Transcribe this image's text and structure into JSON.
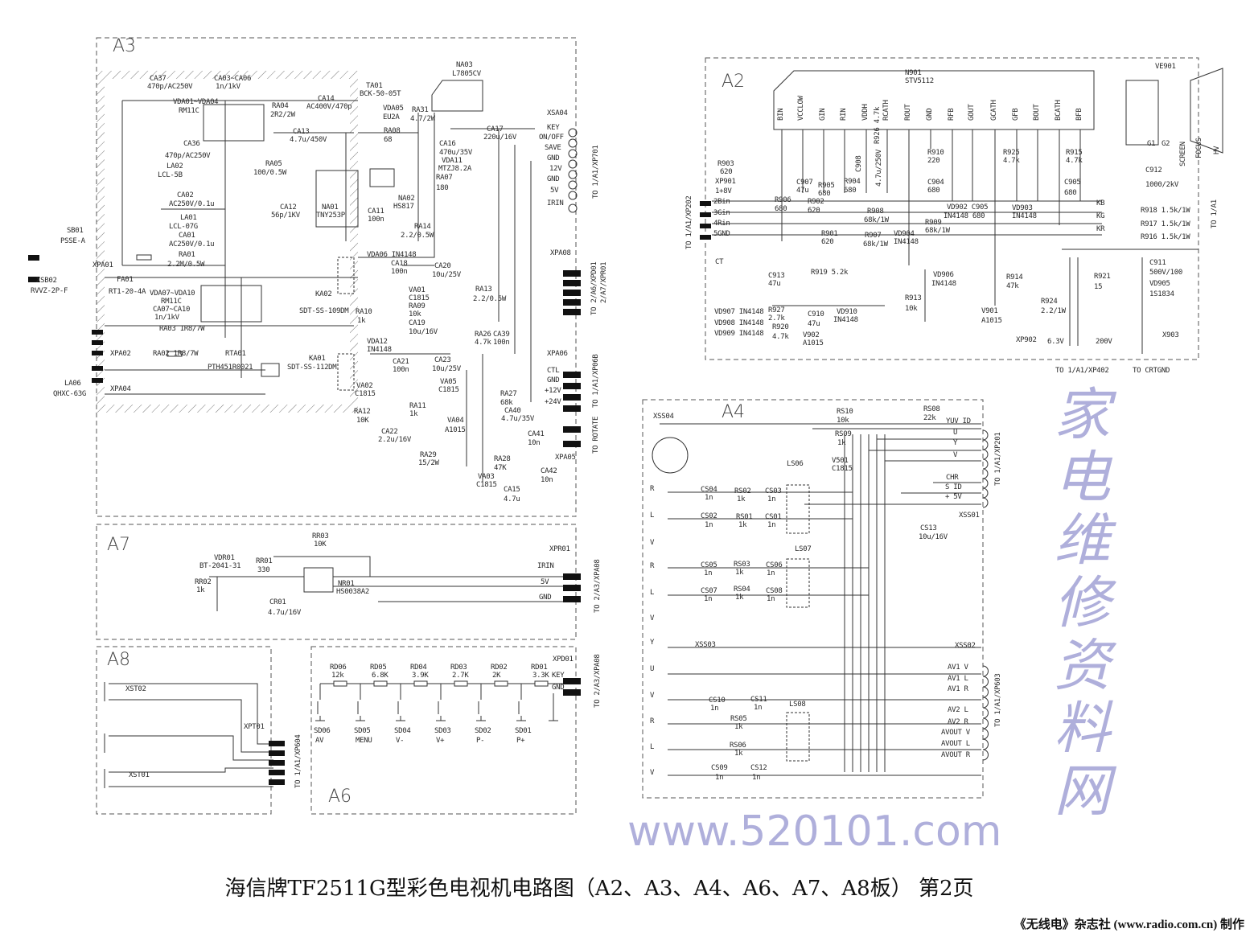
{
  "caption": "海信牌TF2511G型彩色电视机电路图（A2、A3、A4、A6、A7、A8板） 第2页",
  "credit": "《无线电》杂志社 (www.radio.com.cn) 制作",
  "watermark": {
    "cn": "家电维修资料网",
    "url": "www.520101.com"
  },
  "boards": {
    "a3": {
      "labels": [
        "A3",
        "CA37",
        "470p/AC250V",
        "CA03~CA06",
        "1n/1kV",
        "VDA01~VDA04",
        "RM11C",
        "RA04",
        "2R2/2W",
        "CA14",
        "AC400V/470p",
        "TA01",
        "BCK-50-05T",
        "NA03",
        "L7805CV",
        "VDA05",
        "EU2A",
        "RA31",
        "4.7/2W",
        "CA17",
        "220u/16V",
        "XSA04",
        "CA13",
        "4.7u/450V",
        "RA08",
        "68",
        "CA16",
        "470u/35V",
        "VDA11",
        "MTZJ8.2A",
        "CA36",
        "470p/AC250V",
        "LA02",
        "LCL-5B",
        "RA05",
        "100/0.5W",
        "NA01",
        "TNY253P",
        "CA12",
        "56p/1KV",
        "CA11",
        "100n",
        "NA02",
        "HS817",
        "RA07",
        "180",
        "CA02",
        "AC250V/0.1u",
        "LA01",
        "LCL-07G",
        "CA01",
        "AC250V/0.1u",
        "RA01",
        "2.2M/0.5W",
        "SB01",
        "PSSE-A",
        "XPA01",
        "XSB02",
        "RVVZ-2P-F",
        "FA01",
        "RT1-20-4A",
        "VDA07~VDA10",
        "RM11C",
        "CA07~CA10",
        "1n/1kV",
        "RA03 1R8/7W",
        "KA02",
        "SDT-SS-109DM",
        "RA14",
        "2.2/0.5W",
        "VDA06 IN4148",
        "CA18",
        "100n",
        "CA20",
        "10u/25V",
        "VA01",
        "C1815",
        "RA09",
        "10k",
        "RA13",
        "2.2/0.5W",
        "RA10",
        "1k",
        "CA19",
        "10u/16V",
        "XPA02",
        "RA02 1R8/7W",
        "RTA01",
        "PTH451R0021",
        "KA01",
        "SDT-SS-112DM",
        "VDA12",
        "IN4148",
        "CA21",
        "100n",
        "CA23",
        "10u/25V",
        "RA26",
        "4.7k",
        "CA39",
        "100n",
        "XPA06",
        "CTL",
        "GND",
        "+12V",
        "+24V",
        "LA06",
        "QHXC-63G",
        "XPA04",
        "VA02",
        "C1815",
        "VA05",
        "C1815",
        "RA27",
        "68k",
        "RA12",
        "10K",
        "RA11",
        "1k",
        "CA40",
        "4.7u/35V",
        "VA04",
        "A1015",
        "CA41",
        "10n",
        "CA22",
        "2.2u/16V",
        "RA29",
        "15/2W",
        "RA28",
        "47K",
        "XPA05",
        "CA42",
        "10n",
        "VA03",
        "C1815",
        "CA15",
        "4.7u",
        "XPA08",
        "KEY",
        "ON/OFF",
        "SAVE",
        "GND",
        "12V",
        "GND",
        "5V",
        "IRIN",
        "TO 1/A1/XP701",
        "TO 2/A6/XPD01",
        "2/A7/XPR01",
        "TO 1/A1/XP06B",
        "TO ROTATE"
      ]
    },
    "a2": {
      "labels": [
        "A2",
        "N901",
        "STV5112",
        "BIN",
        "VCCLOW",
        "GIN",
        "RIN",
        "VDDH",
        "RCATH",
        "ROUT",
        "GND",
        "RFB",
        "GOUT",
        "GCATH",
        "GFB",
        "BOUT",
        "BCATH",
        "BFB",
        "R903",
        "620",
        "XP901",
        "1+8V",
        "2Bin",
        "3Gin",
        "4Rin",
        "5GND",
        "CT",
        "C907",
        "47u",
        "R905",
        "680",
        "R904",
        "680",
        "C908",
        "4.7u/250V",
        "R926 4.7k",
        "R906",
        "680",
        "R902",
        "620",
        "C904",
        "680",
        "R910",
        "220",
        "R908",
        "68k/1W",
        "R909",
        "68k/1W",
        "VD902 C905",
        "IN4148 680",
        "VD903",
        "IN4148",
        "R925",
        "4.7k",
        "R915",
        "4.7k",
        "C905",
        "680",
        "R901",
        "620",
        "R907",
        "68k/1W",
        "VD904",
        "IN4148",
        "KB",
        "KG",
        "KR",
        "VE901",
        "C912",
        "1000/2kV",
        "R918 1.5k/1W",
        "R917 1.5k/1W",
        "R916 1.5k/1W",
        "C911",
        "500V/100",
        "VD905",
        "1S1834",
        "R921",
        "15",
        "R924",
        "2.2/1W",
        "VD906",
        "IN4148",
        "R914",
        "47k",
        "V901",
        "A1015",
        "R913",
        "10k",
        "R919 5.2k",
        "C913",
        "47u",
        "R927",
        "2.7k",
        "R920",
        "4.7k",
        "C910",
        "47u",
        "VD910",
        "IN4148",
        "V902",
        "A1015",
        "VD907 IN4148",
        "VD908 IN4148",
        "VD909 IN4148",
        "XP902",
        "6.3V",
        "200V",
        "X903",
        "TO 1/A1/XP402",
        "TO CRTGND",
        "TO 1/A1/XP202",
        "TO 1/A1",
        "G1",
        "G2",
        "SCREEN",
        "FOCUS",
        "HV"
      ]
    },
    "a7": {
      "labels": [
        "A7",
        "RR03",
        "10K",
        "VDR01",
        "BT-2041-31",
        "RR01",
        "330",
        "RR02",
        "1k",
        "NR01",
        "HS0038A2",
        "CR01",
        "4.7u/16V",
        "XPR01",
        "IRIN",
        "5V",
        "GND",
        "TO 2/A3/XPA08"
      ]
    },
    "a8": {
      "labels": [
        "A8",
        "XST02",
        "XPT01",
        "XST01",
        "TO 1/A1/XP604"
      ]
    },
    "a6": {
      "labels": [
        "A6",
        "XPD01",
        "KEY",
        "GND",
        "TO 2/A3/XPA08"
      ],
      "resistors": [
        {
          "ref": "RD06",
          "value": "12k"
        },
        {
          "ref": "RD05",
          "value": "6.8K"
        },
        {
          "ref": "RD04",
          "value": "3.9K"
        },
        {
          "ref": "RD03",
          "value": "2.7K"
        },
        {
          "ref": "RD02",
          "value": "2K"
        },
        {
          "ref": "RD01",
          "value": "3.3K"
        }
      ],
      "switches": [
        {
          "ref": "SD06",
          "func": "AV"
        },
        {
          "ref": "SD05",
          "func": "MENU"
        },
        {
          "ref": "SD04",
          "func": "V-"
        },
        {
          "ref": "SD03",
          "func": "V+"
        },
        {
          "ref": "SD02",
          "func": "P-"
        },
        {
          "ref": "SD01",
          "func": "P+"
        }
      ]
    },
    "a4": {
      "labels": [
        "A4",
        "XSS04",
        "RS10",
        "10k",
        "RS08",
        "22k",
        "RS09",
        "1k",
        "V501",
        "C1815",
        "LS06",
        "CS04",
        "1n",
        "RS02",
        "1k",
        "CS03",
        "1n",
        "CS02",
        "1n",
        "RS01",
        "1k",
        "CS01",
        "1n",
        "CS13",
        "10u/16V",
        "XSS01",
        "LS07",
        "CS05",
        "1n",
        "RS03",
        "1k",
        "CS06",
        "1n",
        "CS07",
        "1n",
        "RS04",
        "1k",
        "CS08",
        "1n",
        "XSS03",
        "XSS02",
        "CS10",
        "1n",
        "CS11",
        "1n",
        "LS08",
        "RS05",
        "1k",
        "RS06",
        "1k",
        "CS09",
        "1n",
        "CS12",
        "1n",
        "R",
        "L",
        "V",
        "R",
        "L",
        "V",
        "Y",
        "U",
        "V",
        "R",
        "L",
        "V",
        "YUV ID",
        "U",
        "Y",
        "V",
        "CHR",
        "S ID",
        "+ 5V",
        "AV1 V",
        "AV1 L",
        "AV1 R",
        "AV2 L",
        "AV2 R",
        "AVOUT V",
        "AVOUT L",
        "AVOUT R",
        "TO 1/A1/XP201",
        "TO 1/A1/XP603"
      ]
    }
  }
}
